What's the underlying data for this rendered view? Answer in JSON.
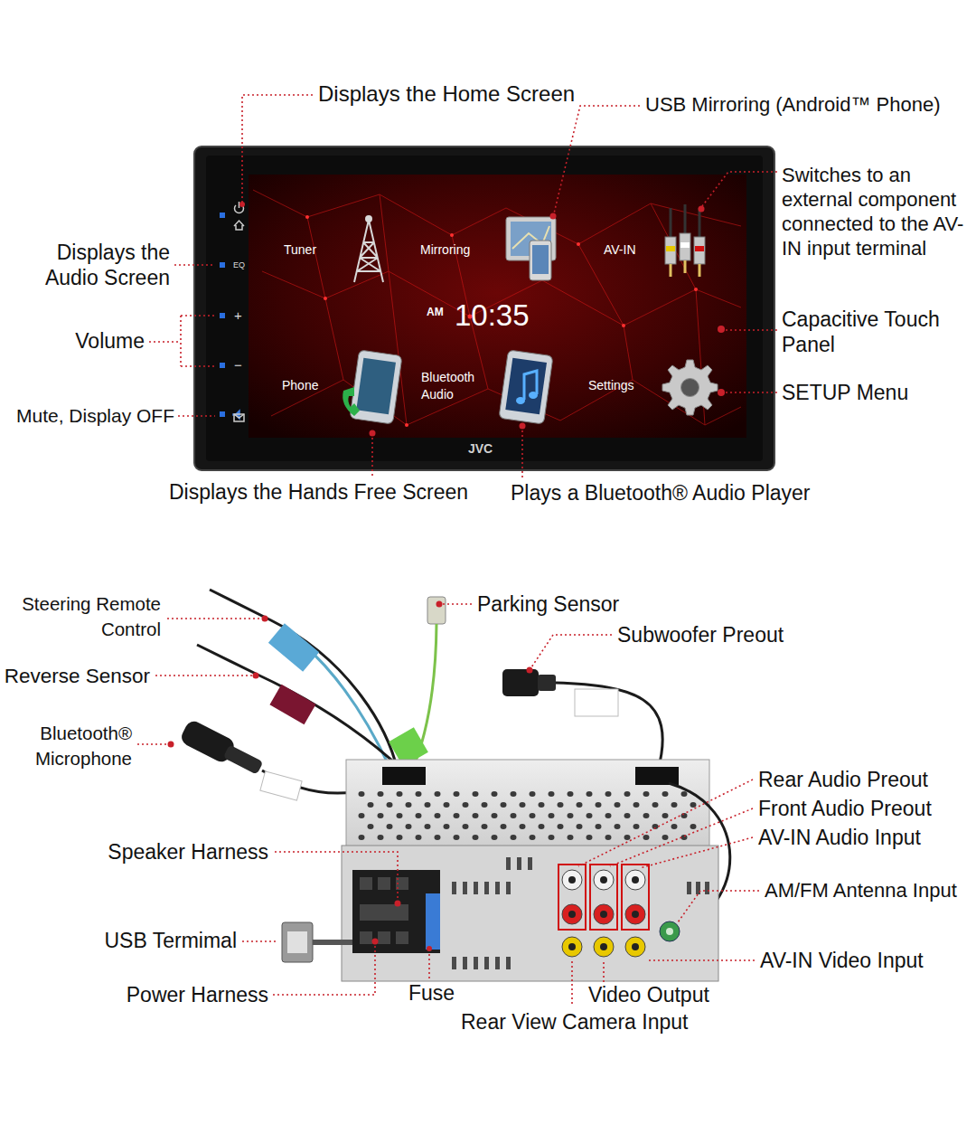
{
  "diagram": {
    "labels": [
      "Displays the Home Screen",
      "USB Mirroring (Android™ Phone)",
      "Switches to an external component connected to the AV-IN input terminal",
      "Displays the Audio Screen",
      "Volume",
      "Mute, Display OFF",
      "Capacitive Touch Panel",
      "SETUP Menu",
      "Displays the Hands Free Screen",
      "Plays a Bluetooth® Audio Player",
      "Tuner",
      "Mirroring",
      "AV-IN",
      "AM",
      "10:35",
      "Phone",
      "Bluetooth Audio",
      "Settings",
      "JVC",
      "EQ",
      "+",
      "−",
      "Steering Remote Control",
      "Parking Sensor",
      "Subwoofer Preout",
      "Reverse Sensor",
      "Bluetooth® Microphone",
      "Rear Audio Preout",
      "Front Audio Preout",
      "AV-IN Audio Input",
      "Speaker Harness",
      "AM/FM Antenna Input",
      "USB Termimal",
      "AV-IN Video Input",
      "Power Harness",
      "Fuse",
      "Video Output",
      "Rear View Camera Input"
    ]
  }
}
